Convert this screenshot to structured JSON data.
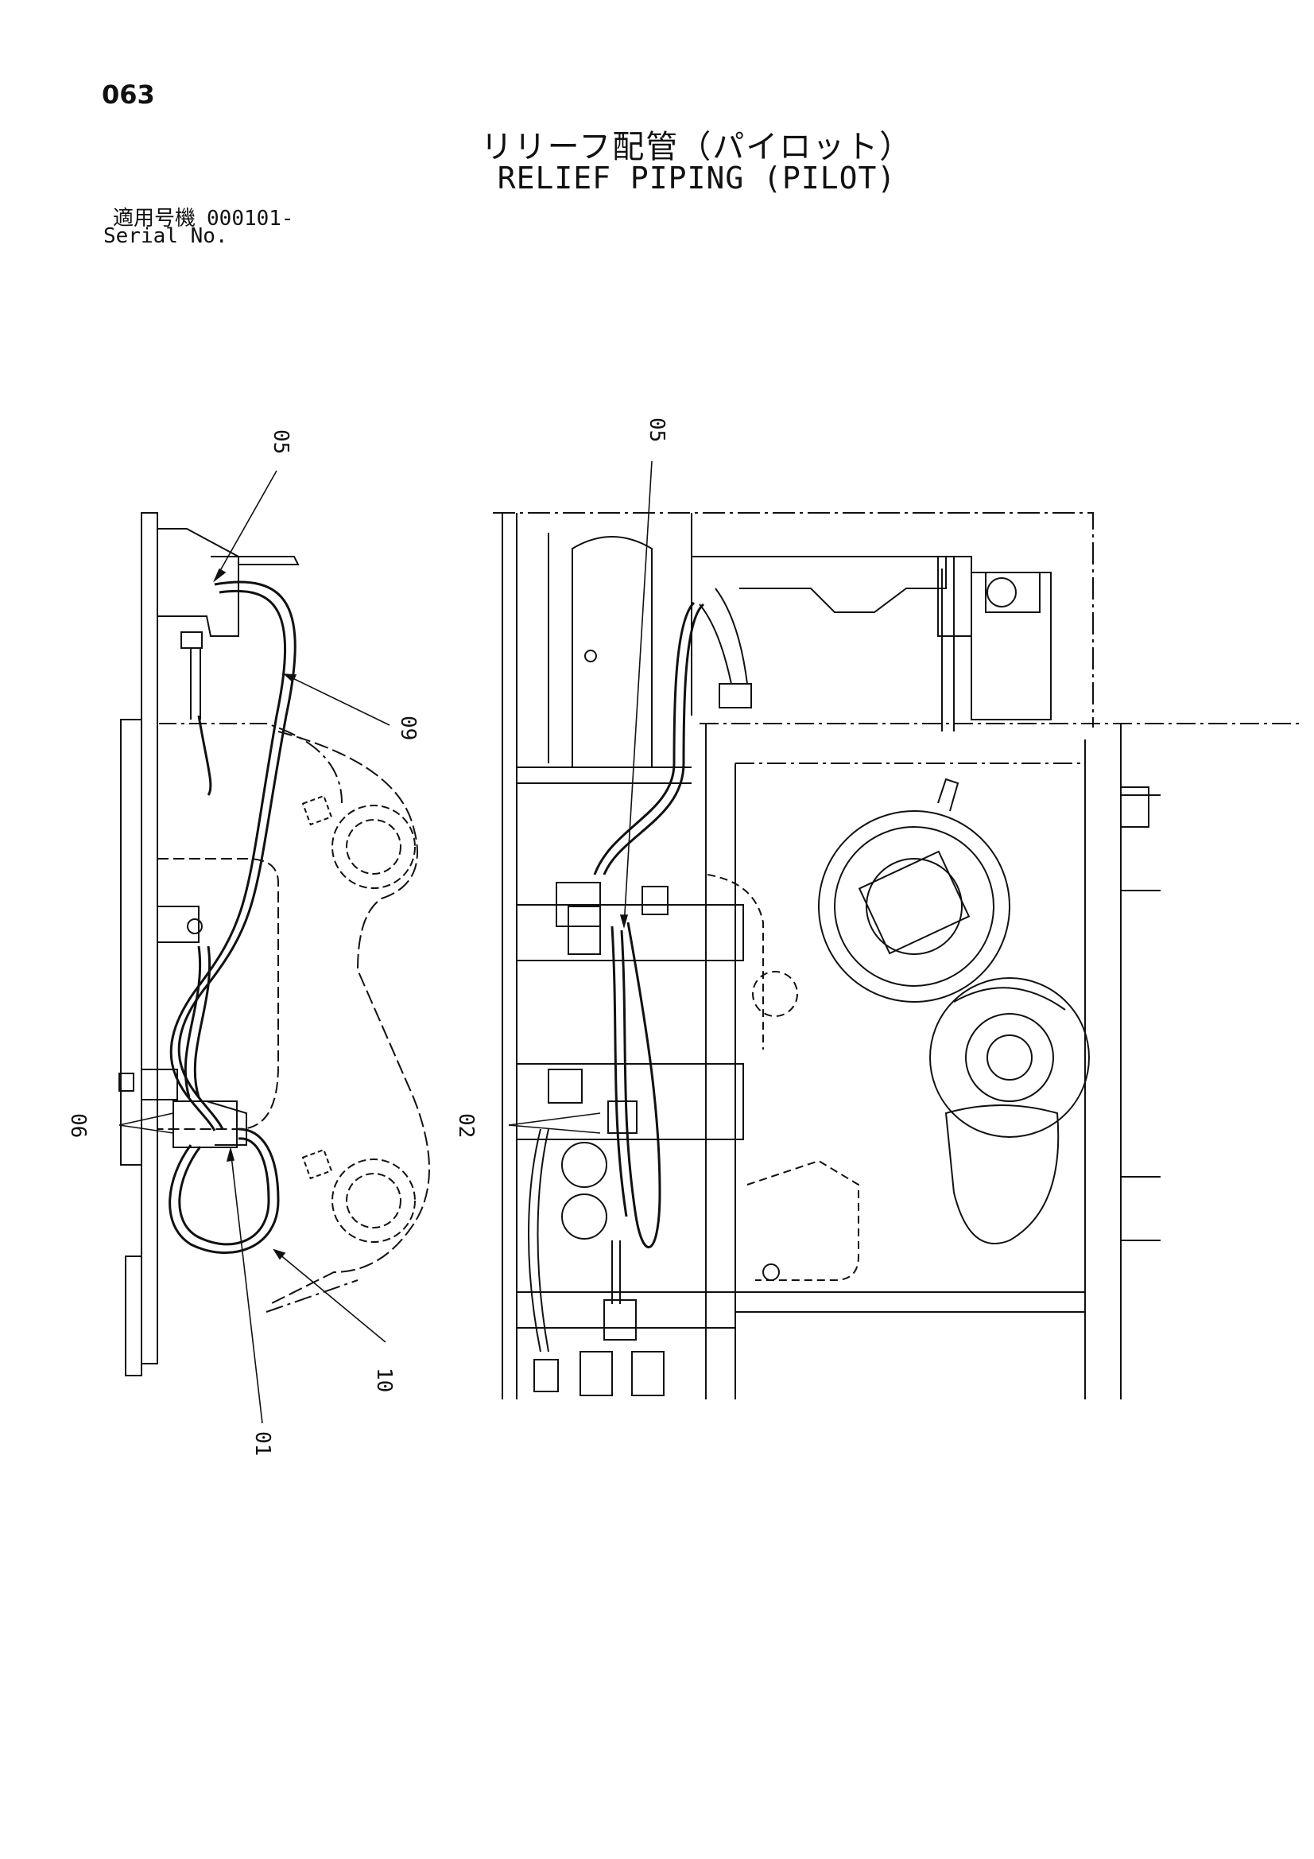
{
  "header": {
    "page_number": "063",
    "title_jp": "リリーフ配管（パイロット）",
    "title_en": "RELIEF PIPING (PILOT)",
    "serial_label_jp": "適用号機",
    "serial_value": "000101-",
    "serial_label_en": "Serial No."
  },
  "callouts": {
    "left_05": "05",
    "left_09": "09",
    "left_06": "06",
    "left_10": "10",
    "left_01": "01",
    "right_05": "05",
    "right_02": "02"
  }
}
